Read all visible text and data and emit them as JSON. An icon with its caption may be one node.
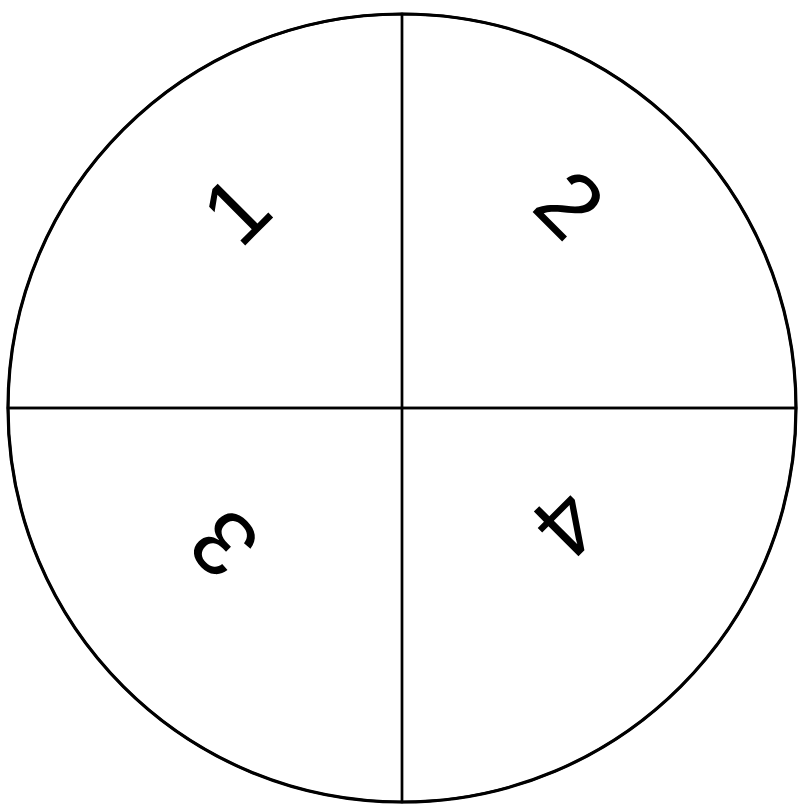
{
  "diagram": {
    "nodes": [
      {
        "text": [],
        "shape": "circle"
      },
      {
        "text": [
          "1"
        ],
        "in": 0
      },
      {
        "text": [
          "2"
        ],
        "in": 0
      },
      {
        "text": [
          "3"
        ],
        "in": 0
      },
      {
        "text": [
          "4"
        ],
        "in": 0
      }
    ]
  }
}
